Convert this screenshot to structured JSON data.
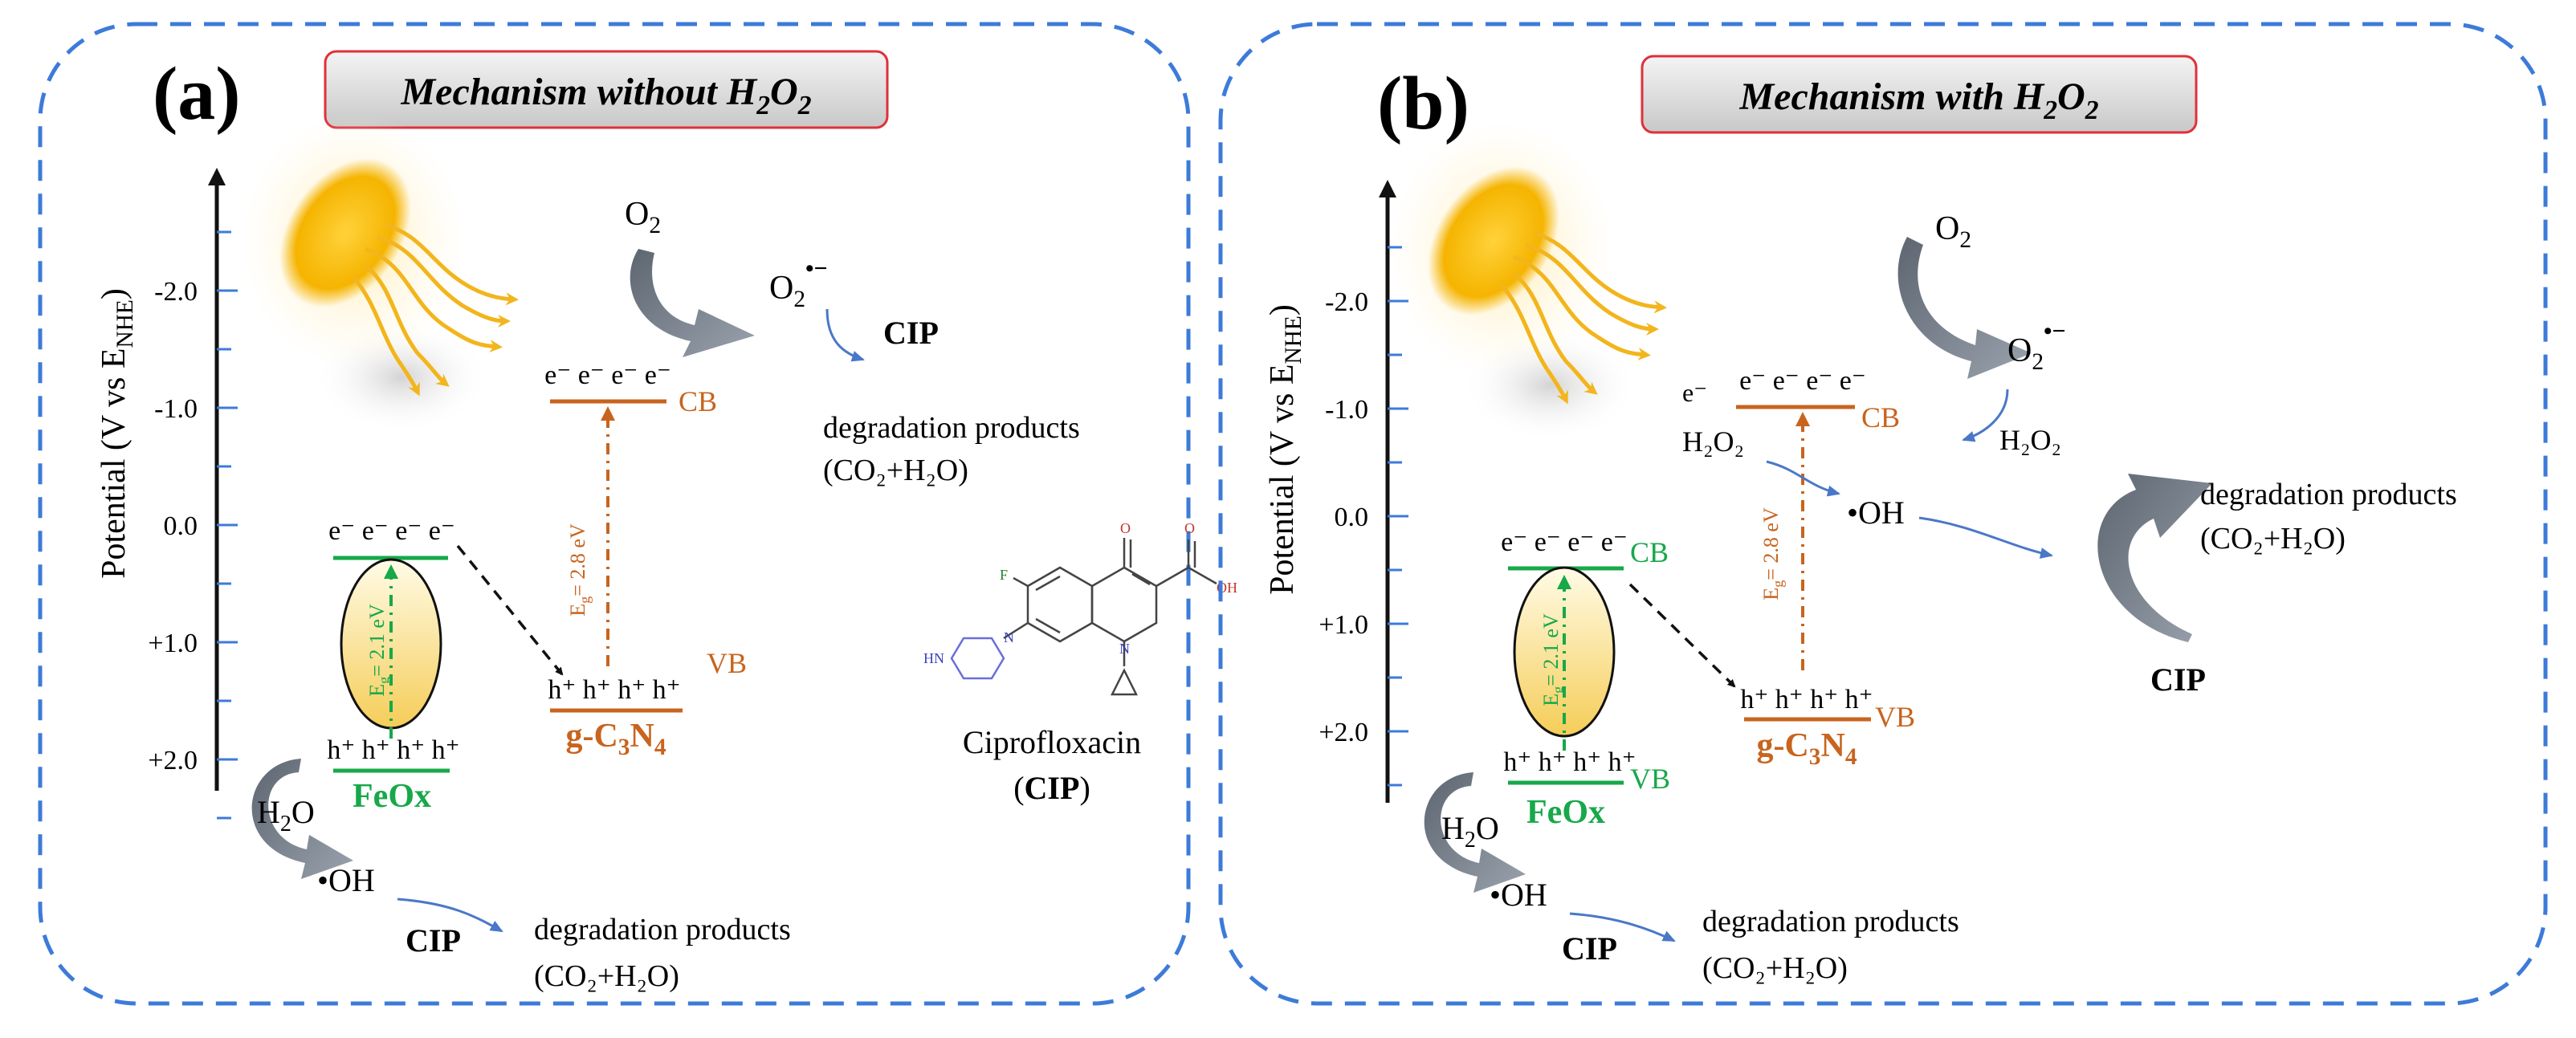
{
  "colors": {
    "panel_border": "#3d7bd9",
    "title_border": "#e0303a",
    "green": "#17a84a",
    "orange": "#c8641e",
    "blue_arrow": "#4a78c8",
    "gray_arrow": "#7c8590",
    "sun": "#f5b400",
    "ray": "#f2b51c",
    "text": "#111111"
  },
  "panels": [
    {
      "letter": "(a)",
      "title_main": "Mechanism without H",
      "title_sub": "2",
      "title_tail": "O",
      "title_sub2": "2",
      "axis": {
        "label_main": "Potential (V vs E",
        "label_sub": "NHE",
        "label_tail": ")",
        "ticks": [
          "-2.0",
          "-1.0",
          "0.0",
          "+1.0",
          "+2.0"
        ]
      },
      "feox": {
        "electrons": "e⁻ e⁻ e⁻ e⁻",
        "holes": "h⁺ h⁺ h⁺ h⁺",
        "name": "FeOx",
        "eg_main": "E",
        "eg_sub": "g",
        "eg_val": "= 2.1 eV",
        "cb": "",
        "vb": ""
      },
      "gcn": {
        "electrons": "e⁻ e⁻ e⁻ e⁻",
        "holes": "h⁺ h⁺ h⁺ h⁺",
        "name_main": "g-C",
        "name_sub1": "3",
        "name_mid": "N",
        "name_sub2": "4",
        "eg_main": "E",
        "eg_sub": "g",
        "eg_val": "= 2.8 eV",
        "cb": "CB",
        "vb": "VB"
      },
      "o2": "O",
      "o2_sub": "2",
      "o2_radical": "O",
      "o2_radical_sub": "2",
      "o2_radical_sup": "•−",
      "cip_top": "CIP",
      "deg_top": "degradation products",
      "deg_top_formula": "(CO₂+H₂O)",
      "h2o": "H",
      "h2o_sub": "2",
      "h2o_tail": "O",
      "oh": "•OH",
      "cip_bottom": "CIP",
      "deg_bottom": "degradation products",
      "deg_bottom_formula": "(CO₂+H₂O)",
      "molecule_name": "Ciprofloxacin",
      "molecule_abbr": "CIP",
      "molecule_labels": {
        "f": "F",
        "oh": "OH",
        "o": "O",
        "n": "N",
        "hn": "HN"
      }
    },
    {
      "letter": "(b)",
      "title_main": "Mechanism with H",
      "title_sub": "2",
      "title_tail": "O",
      "title_sub2": "2",
      "axis": {
        "label_main": "Potential (V vs E",
        "label_sub": "NHE",
        "label_tail": ")",
        "ticks": [
          "-2.0",
          "-1.0",
          "0.0",
          "+1.0",
          "+2.0"
        ]
      },
      "feox": {
        "electrons": "e⁻ e⁻ e⁻ e⁻",
        "holes": "h⁺ h⁺ h⁺ h⁺",
        "name": "FeOx",
        "eg_main": "E",
        "eg_sub": "g",
        "eg_val": "= 2.1 eV",
        "cb": "CB",
        "vb": "VB"
      },
      "gcn": {
        "electrons": "e⁻ e⁻ e⁻ e⁻",
        "holes": "h⁺ h⁺ h⁺ h⁺",
        "name_main": "g-C",
        "name_sub1": "3",
        "name_mid": "N",
        "name_sub2": "4",
        "eg_main": "E",
        "eg_sub": "g",
        "eg_val": "= 2.8 eV",
        "cb": "CB",
        "vb": "VB"
      },
      "o2": "O",
      "o2_sub": "2",
      "o2_radical": "O",
      "o2_radical_sub": "2",
      "o2_radical_sup": "•−",
      "e_single": "e⁻",
      "h2o2_left": "H₂O₂",
      "h2o2_right": "H₂O₂",
      "oh_top": "•OH",
      "deg_right": "degradation products",
      "deg_right_formula": "(CO₂+H₂O)",
      "cip_right": "CIP",
      "h2o": "H",
      "h2o_sub": "2",
      "h2o_tail": "O",
      "oh": "•OH",
      "cip_bottom": "CIP",
      "deg_bottom": "degradation products",
      "deg_bottom_formula": "(CO₂+H₂O)"
    }
  ]
}
